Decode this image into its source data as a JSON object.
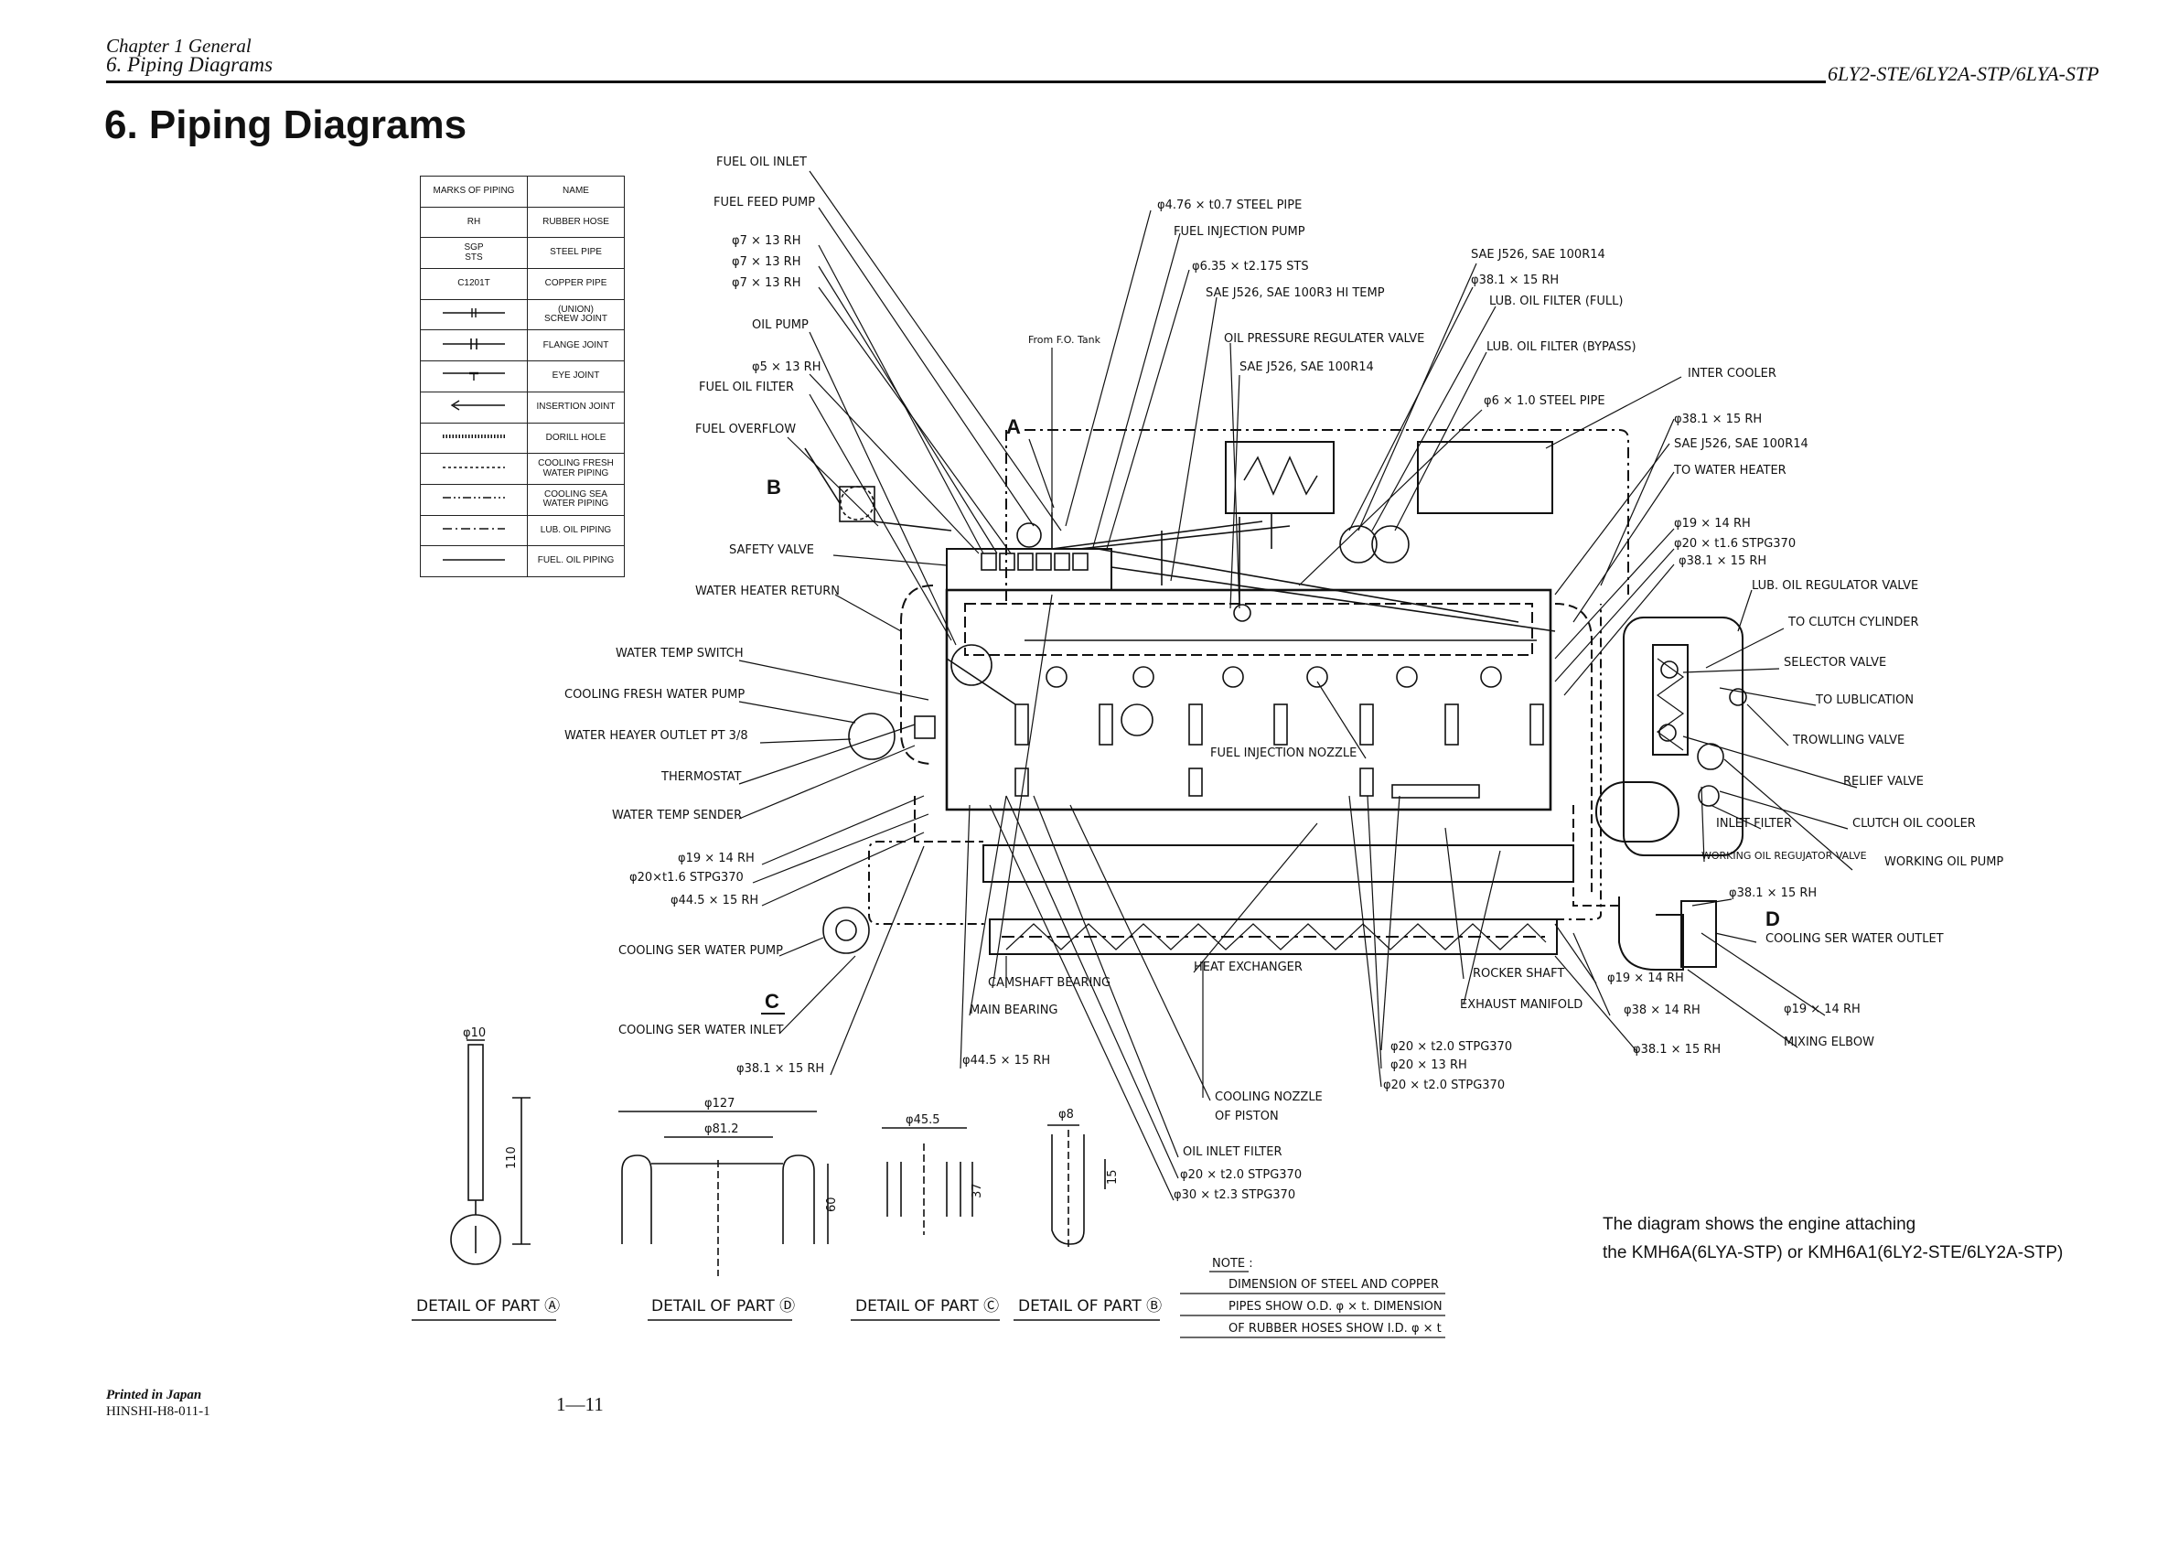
{
  "header": {
    "chapter": "Chapter 1 General",
    "section": "6. Piping Diagrams",
    "model": "6LY2-STE/6LY2A-STP/6LYA-STP"
  },
  "page_title": "6. Piping Diagrams",
  "legend": {
    "header_mark": "MARKS OF PIPING",
    "header_name": "NAME",
    "rows": [
      {
        "mark": "RH",
        "name": "RUBBER HOSE"
      },
      {
        "mark": "SGP\nSTS",
        "name": "STEEL PIPE"
      },
      {
        "mark": "C1201T",
        "name": "COPPER PIPE"
      },
      {
        "mark": "",
        "name": "(UNION)\nSCREW JOINT"
      },
      {
        "mark": "",
        "name": "FLANGE JOINT"
      },
      {
        "mark": "",
        "name": "EYE JOINT"
      },
      {
        "mark": "",
        "name": "INSERTION JOINT"
      },
      {
        "mark": "",
        "name": "DORILL HOLE"
      },
      {
        "mark": "",
        "name": "COOLING FRESH\nWATER PIPING"
      },
      {
        "mark": "",
        "name": "COOLING SEA\nWATER PIPING"
      },
      {
        "mark": "",
        "name": "LUB. OIL PIPING"
      },
      {
        "mark": "",
        "name": "FUEL. OIL PIPING"
      }
    ]
  },
  "labels": {
    "fuel_oil_inlet": "FUEL OIL INLET",
    "fuel_feed_pump": "FUEL FEED PUMP",
    "rh_7x13_1": "φ7 × 13  RH",
    "rh_7x13_2": "φ7 × 13  RH",
    "rh_7x13_3": "φ7 × 13  RH",
    "oil_pump": "OIL PUMP",
    "rh_5x13": "φ5 × 13  RH",
    "fuel_oil_filter": "FUEL OIL FILTER",
    "fuel_overflow": "FUEL OVERFLOW",
    "safety_valve": "SAFETY VALVE",
    "water_heater_return": "WATER HEATER RETURN",
    "water_temp_switch": "WATER TEMP SWITCH",
    "cooling_fresh_water_pump": "COOLING FRESH WATER PUMP",
    "water_heater_outlet": "WATER HEAYER OUTLET  PT 3/8",
    "thermostat": "THERMOSTAT",
    "water_temp_sender": "WATER TEMP SENDER",
    "rh_19x14_left": "φ19 × 14  RH",
    "stpg_20x1_6_left": "φ20×t1.6 STPG370",
    "rh_44_5x15_left": "φ44.5 × 15  RH",
    "cooling_sea_water_pump": "COOLING SER WATER PUMP",
    "cooling_sea_water_inlet": "COOLING SER WATER INLET",
    "rh_38_1x15_bottom": "φ38.1 × 15  RH",
    "steel_pipe_4_76": "φ4.76 × t0.7  STEEL  PIPE",
    "fuel_injection_pump": "FUEL INJECTION PUMP",
    "sts_6_35": "φ6.35 × t2.175  STS",
    "sae_j526_100r3": "SAE  J526,  SAE  100R3  HI TEMP",
    "from_fo_tank": "From F.O. Tank",
    "oil_pressure_regulator_valve": "OIL PRESSURE REGULATER VALVE",
    "sae_j526_100r14_mid": "SAE  J526,  SAE  100R14",
    "sae_j526_100r14_top": "SAE  J526,  SAE  100R14",
    "rh_38_1x15_top": "φ38.1 × 15  RH",
    "lub_oil_filter_full": "LUB. OIL FILTER (FULL)",
    "lub_oil_filter_bypass": "LUB. OIL FILTER (BYPASS)",
    "inter_cooler": "INTER COOLER",
    "steel_pipe_6x1_0": "φ6 × 1.0  STEEL  PIPE",
    "rh_38_1x15_right": "φ38.1 × 15  RH",
    "sae_j526_100r14_right": "SAE  J526,  SAE  100R14",
    "to_water_heater": "TO WATER HEATER",
    "rh_19x14_right": "φ19 × 14  RH",
    "stpg_20x1_6_right": "φ20 × t1.6  STPG370",
    "rh_38_1x15_right2": "φ38.1 × 15  RH",
    "lub_oil_regulator_valve": "LUB. OIL REGULATOR VALVE",
    "to_clutch_cylinder": "TO CLUTCH CYLINDER",
    "selector_valve": "SELECTOR VALVE",
    "to_lublication": "TO LUBLICATION",
    "trowlling_valve": "TROWLLING VALVE",
    "relief_valve": "RELIEF VALVE",
    "clutch_oil_cooler": "CLUTCH OIL COOLER",
    "inlet_filter": "INLET FILTER",
    "working_oil_regulator_valve": "WORKING OIL REGUJATOR VALVE",
    "working_oil_pump": "WORKING OIL PUMP",
    "rh_38_1x15_d": "φ38.1 × 15  RH",
    "cooling_sea_water_outlet": "COOLING SER WATER OUTLET",
    "fuel_injection_nozzle": "FUEL INJECTION NOZZLE",
    "camshaft_bearing": "CAMSHAFT BEARING",
    "main_bearing": "MAIN BEARING",
    "heat_exchanger": "HEAT EXCHANGER",
    "rocker_shaft": "ROCKER SHAFT",
    "exhaust_manifold": "EXHAUST MANIFOLD",
    "rh_19x14_bottom": "φ19 × 14  RH",
    "rh_38x14": "φ38 × 14  RH",
    "rh_19x14_far_right": "φ19 × 14  RH",
    "rh_38_1x15_bottom_right": "φ38.1 × 15  RH",
    "mixing_elbow": "MIXING ELBOW",
    "rh_44_5x15_bottom": "φ44.5 × 15  RH",
    "stpg_20x2_0_a": "φ20 × t2.0  STPG370",
    "rh_20x13": "φ20 × 13  RH",
    "stpg_20x2_0_b": "φ20 × t2.0  STPG370",
    "cooling_nozzle_of_piston_1": "COOLING  NOZZLE",
    "cooling_nozzle_of_piston_2": "OF  PISTON",
    "oil_inlet_filter": "OIL INLET FILTER",
    "stpg_20x2_0_c": "φ20 × t2.0  STPG370",
    "stpg_30x2_3": "φ30 × t2.3  STPG370"
  },
  "markers": {
    "a": "A",
    "b": "B",
    "c": "C",
    "d": "D"
  },
  "details": {
    "a_title": "DETAIL OF PART Ⓐ",
    "d_title": "DETAIL OF PART Ⓓ",
    "c_title": "DETAIL OF PART Ⓒ",
    "b_title": "DETAIL OF PART Ⓑ",
    "a_dim_phi10": "φ10",
    "a_dim_110": "110",
    "d_dim_phi127": "φ127",
    "d_dim_phi81_2": "φ81.2",
    "d_dim_60": "60",
    "c_dim_phi45_5": "φ45.5",
    "c_dim_37": "37",
    "b_dim_phi8": "φ8",
    "b_dim_15": "15"
  },
  "note": {
    "title": "NOTE :",
    "line1": "DIMENSION  OF  STEEL  AND  COPPER",
    "line2": "PIPES  SHOW O.D.  φ × t.  DIMENSION",
    "line3": "OF  RUBBER  HOSES  SHOW  I.D.  φ × t"
  },
  "caption": {
    "line1": "The diagram shows the engine attaching",
    "line2": "the KMH6A(6LYA-STP) or KMH6A1(6LY2-STE/6LY2A-STP)"
  },
  "footer": {
    "printed": "Printed in Japan",
    "code": "HINSHI-H8-011-1",
    "page": "1—11"
  }
}
